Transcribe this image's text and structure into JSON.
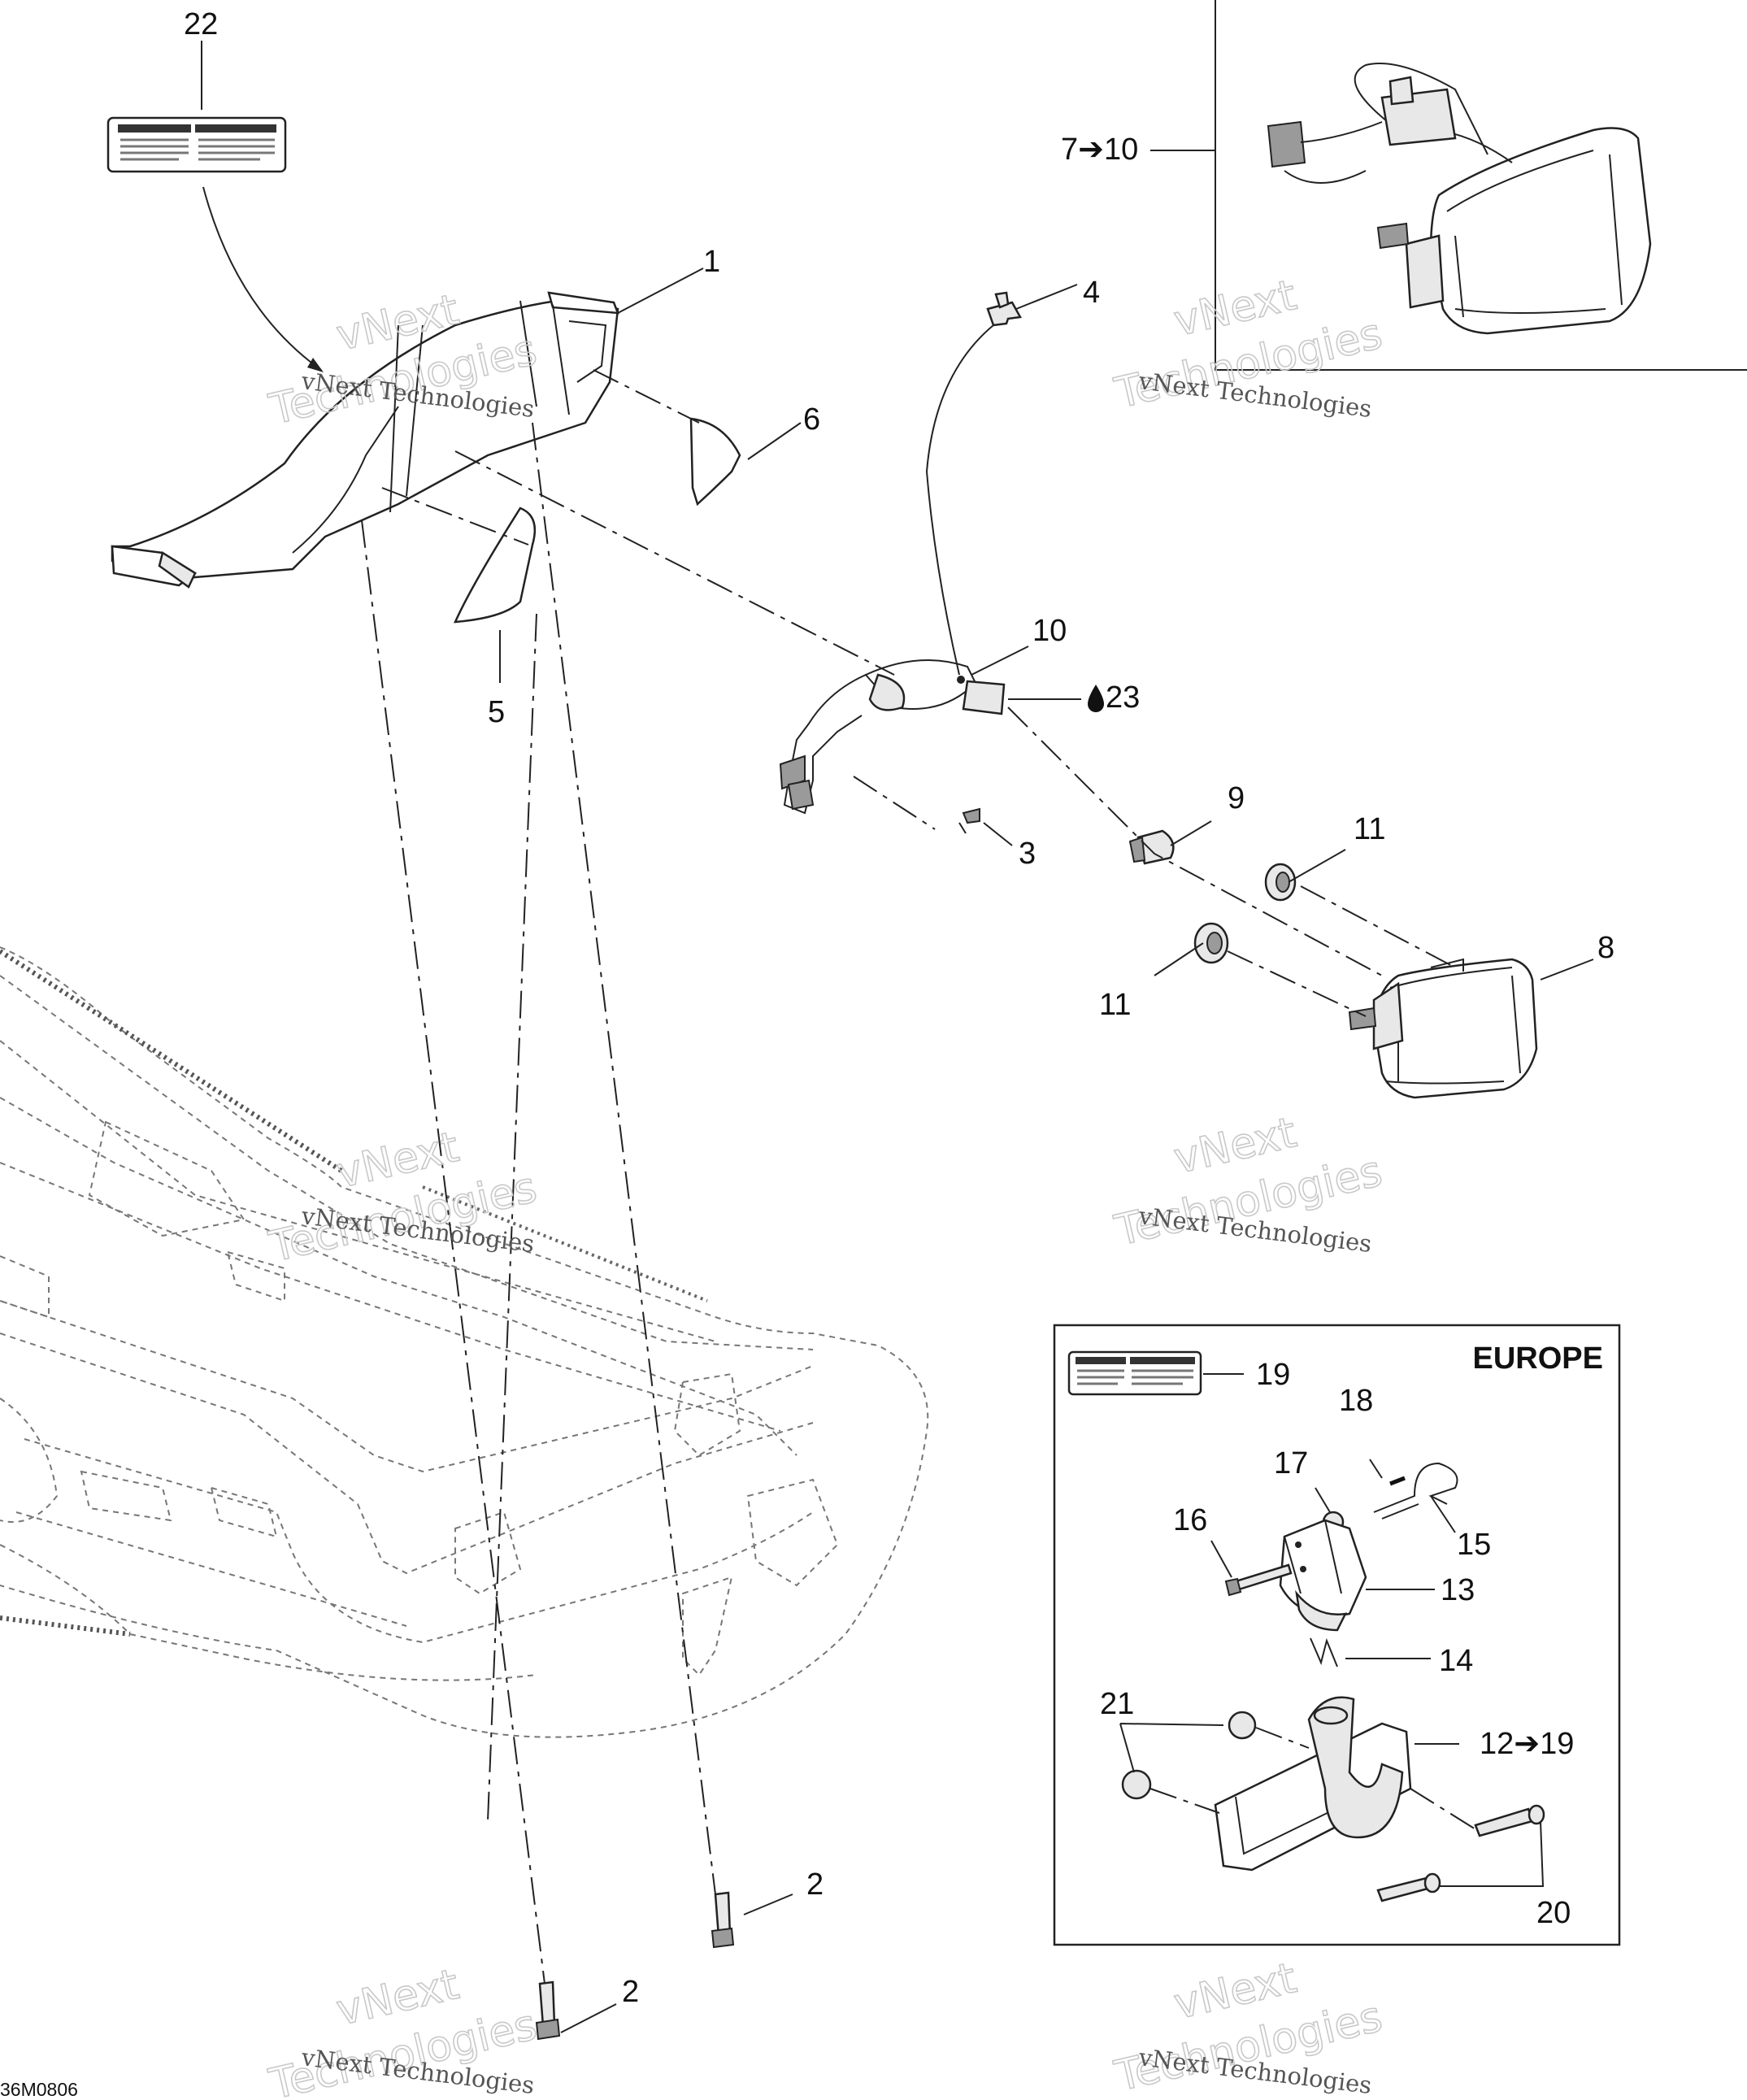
{
  "callouts": {
    "c1": "1",
    "c2a": "2",
    "c2b": "2",
    "c3": "3",
    "c4": "4",
    "c5": "5",
    "c6": "6",
    "c7_10": "7➔10",
    "c8": "8",
    "c9": "9",
    "c10": "10",
    "c11a": "11",
    "c11b": "11",
    "c12_19": "12➔19",
    "c13": "13",
    "c14": "14",
    "c15": "15",
    "c16": "16",
    "c17": "17",
    "c18": "18",
    "c19": "19",
    "c20": "20",
    "c21": "21",
    "c22": "22",
    "c23": "23"
  },
  "europe_title": "EUROPE",
  "drawing_code": "36M0806",
  "watermark": {
    "line1": "vNext Technologies",
    "big1": "vNext",
    "big2": "Technologies"
  },
  "colors": {
    "line": "#222222",
    "watermark": "#c9c9c9",
    "background": "#ffffff"
  },
  "icons": {
    "lubricant": "oil-drop-icon"
  }
}
